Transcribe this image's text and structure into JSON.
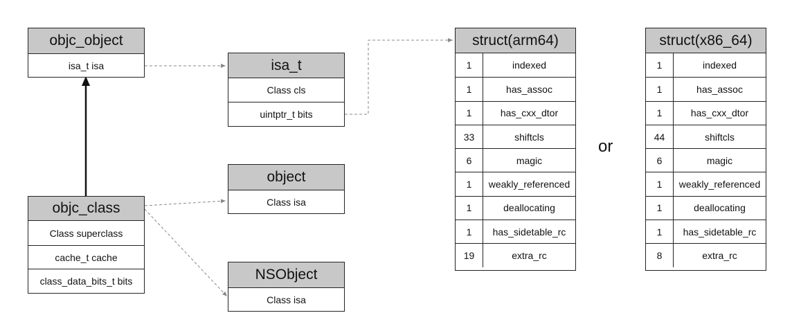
{
  "objc_object": {
    "title": "objc_object",
    "rows": [
      "isa_t isa"
    ]
  },
  "isa_t": {
    "title": "isa_t",
    "rows": [
      "Class cls",
      "uintptr_t bits"
    ]
  },
  "object": {
    "title": "object",
    "rows": [
      "Class isa"
    ]
  },
  "nsobject": {
    "title": "NSObject",
    "rows": [
      "Class isa"
    ]
  },
  "objc_class": {
    "title": "objc_class",
    "rows": [
      "Class superclass",
      "cache_t cache",
      "class_data_bits_t bits"
    ]
  },
  "struct_arm64": {
    "title": "struct(arm64)",
    "rows": [
      {
        "bits": "1",
        "field": "indexed"
      },
      {
        "bits": "1",
        "field": "has_assoc"
      },
      {
        "bits": "1",
        "field": "has_cxx_dtor"
      },
      {
        "bits": "33",
        "field": "shiftcls"
      },
      {
        "bits": "6",
        "field": "magic"
      },
      {
        "bits": "1",
        "field": "weakly_referenced"
      },
      {
        "bits": "1",
        "field": "deallocating"
      },
      {
        "bits": "1",
        "field": "has_sidetable_rc"
      },
      {
        "bits": "19",
        "field": "extra_rc"
      }
    ]
  },
  "or_label": "or",
  "struct_x86_64": {
    "title": "struct(x86_64)",
    "rows": [
      {
        "bits": "1",
        "field": "indexed"
      },
      {
        "bits": "1",
        "field": "has_assoc"
      },
      {
        "bits": "1",
        "field": "has_cxx_dtor"
      },
      {
        "bits": "44",
        "field": "shiftcls"
      },
      {
        "bits": "6",
        "field": "magic"
      },
      {
        "bits": "1",
        "field": "weakly_referenced"
      },
      {
        "bits": "1",
        "field": "deallocating"
      },
      {
        "bits": "1",
        "field": "has_sidetable_rc"
      },
      {
        "bits": "8",
        "field": "extra_rc"
      }
    ]
  }
}
